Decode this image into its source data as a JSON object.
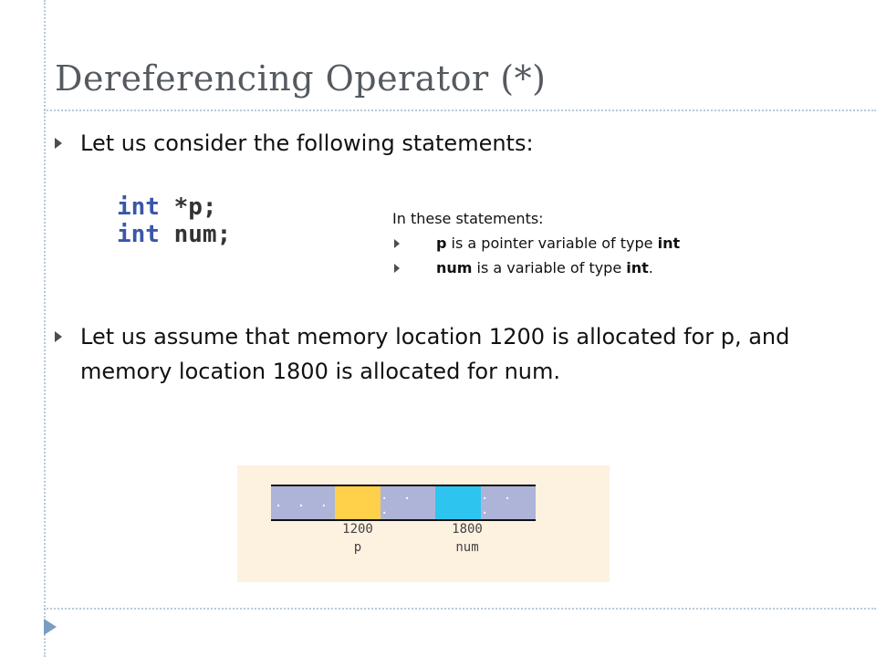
{
  "slide": {
    "title": "Dereferencing Operator (*)",
    "bullets": [
      {
        "text": "Let us consider the following statements:"
      },
      {
        "text": "Let us assume that memory location 1200 is allocated for p, and memory location 1800 is allocated for num."
      }
    ]
  },
  "code": {
    "line1_type": "int",
    "line1_rest": " *p;",
    "line2_type": "int",
    "line2_rest": " num;"
  },
  "note": {
    "heading": "In these statements:",
    "items": [
      {
        "bold": "p",
        "text": " is a pointer variable of type ",
        "bold2": "int",
        "tail": ""
      },
      {
        "bold": "num",
        "text": " is a variable of type ",
        "bold2": "int",
        "tail": "."
      }
    ]
  },
  "memory": {
    "dots": ". . .",
    "cells": [
      {
        "address": "1200",
        "name": "p",
        "color": "#ffd04a"
      },
      {
        "address": "1800",
        "name": "num",
        "color": "#2ec4f0"
      }
    ],
    "filler_color": "#aeb4d8",
    "background": "#fdf1e0"
  }
}
